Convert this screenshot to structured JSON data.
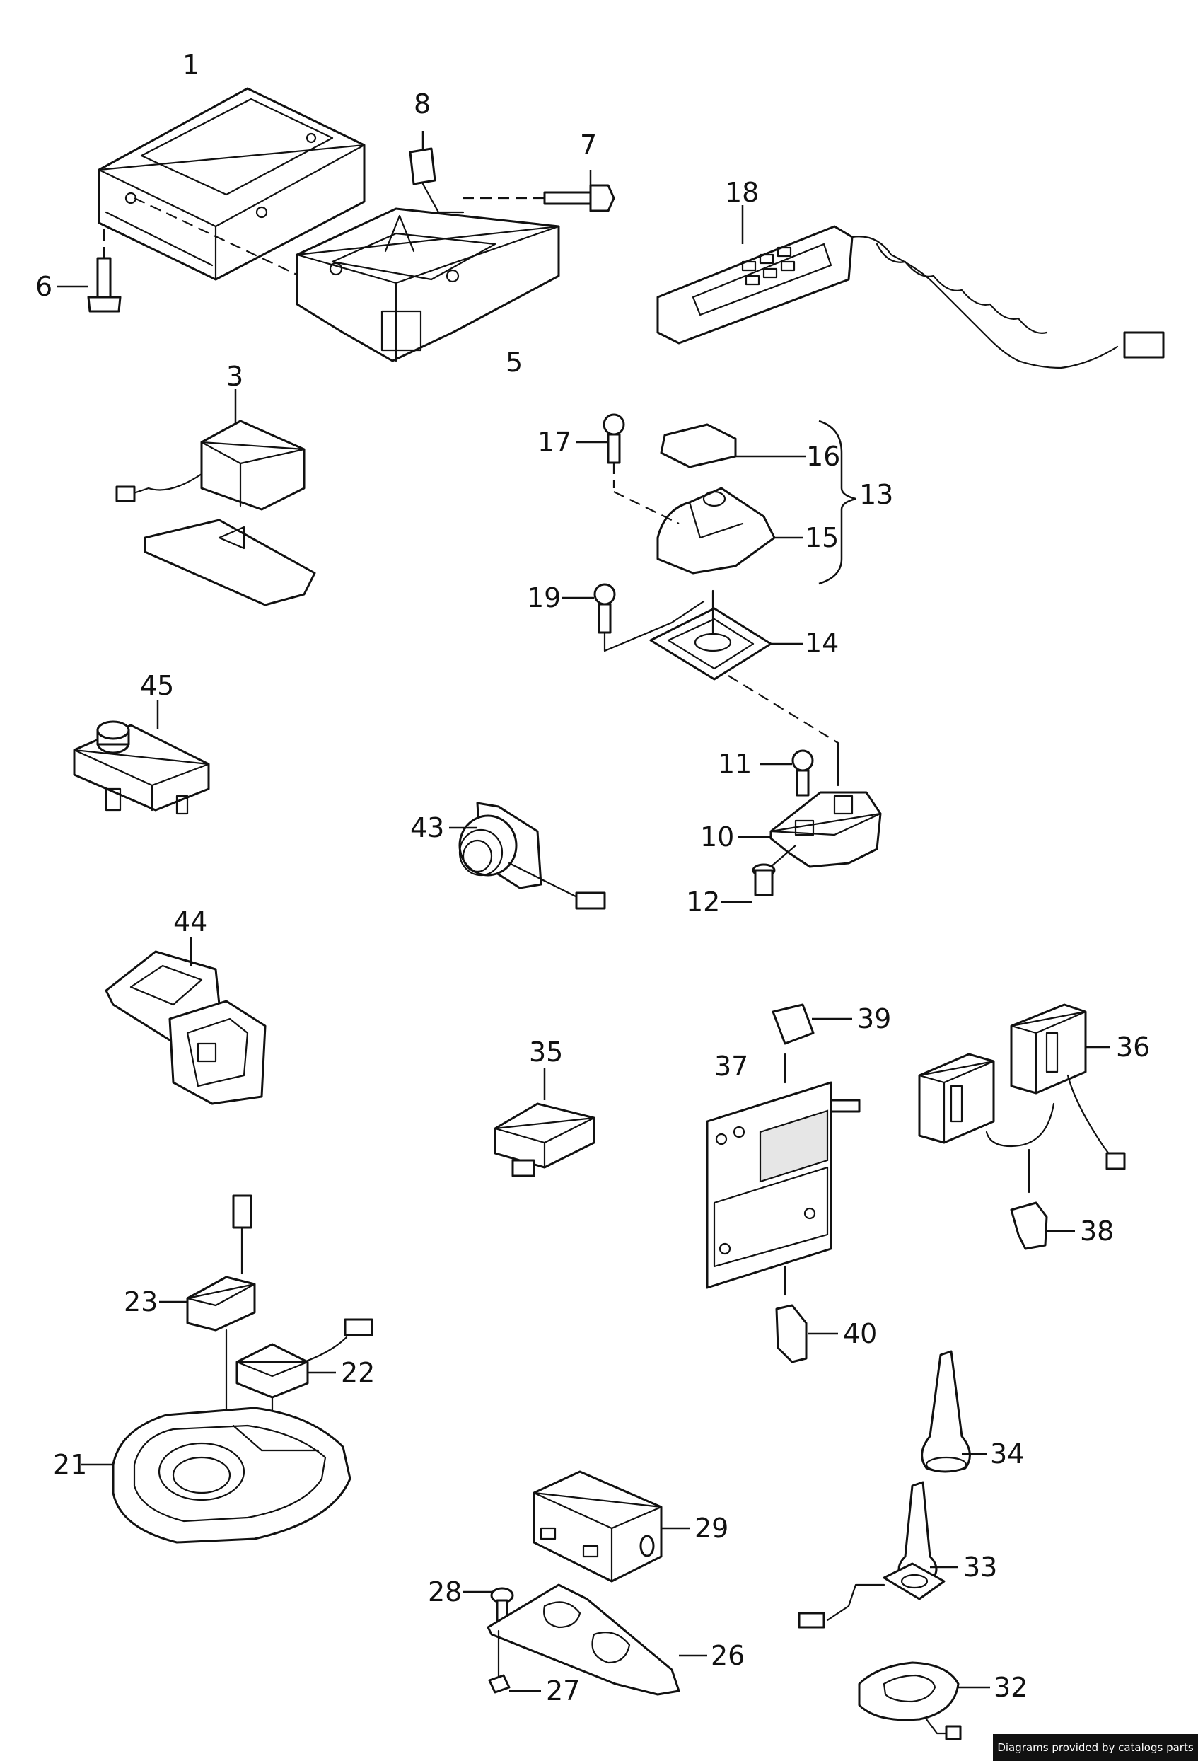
{
  "watermark": "Diagrams provided by catalogs parts",
  "callouts": {
    "c1": "1",
    "c3": "3",
    "c5": "5",
    "c6": "6",
    "c7": "7",
    "c8": "8",
    "c10": "10",
    "c11": "11",
    "c12": "12",
    "c13": "13",
    "c14": "14",
    "c15": "15",
    "c16": "16",
    "c17": "17",
    "c18": "18",
    "c19": "19",
    "c21": "21",
    "c22": "22",
    "c23": "23",
    "c26": "26",
    "c27": "27",
    "c28": "28",
    "c29": "29",
    "c32": "32",
    "c33": "33",
    "c34": "34",
    "c35": "35",
    "c36": "36",
    "c37": "37",
    "c38": "38",
    "c39": "39",
    "c40": "40",
    "c43": "43",
    "c44": "44",
    "c45": "45"
  }
}
